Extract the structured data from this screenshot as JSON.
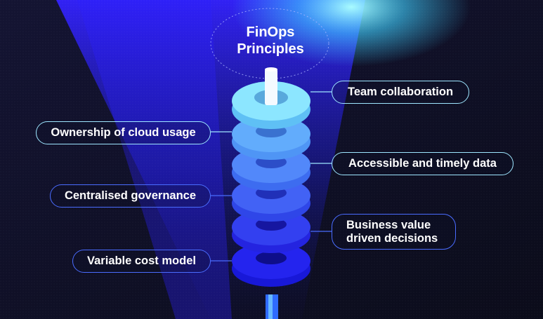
{
  "title": {
    "line1": "FinOps",
    "line2": "Principles"
  },
  "principles": {
    "team_collaboration": "Team collaboration",
    "ownership": "Ownership of cloud usage",
    "accessible_data": "Accessible and timely data",
    "centralised_governance": "Centralised governance",
    "business_value_line1": "Business value",
    "business_value_line2": "driven decisions",
    "variable_cost": "Variable cost model"
  },
  "colors": {
    "background": "#0d0e1f",
    "spotlight": "#2a1dff",
    "teal_glow": "#8af4ff",
    "coil_top": "#8ee8ff",
    "coil_bottom": "#1e1ee6",
    "light_border": "#9ee6ff",
    "blue_border": "#4a6cff"
  },
  "icons": {
    "spring": "spring-coil-icon"
  }
}
